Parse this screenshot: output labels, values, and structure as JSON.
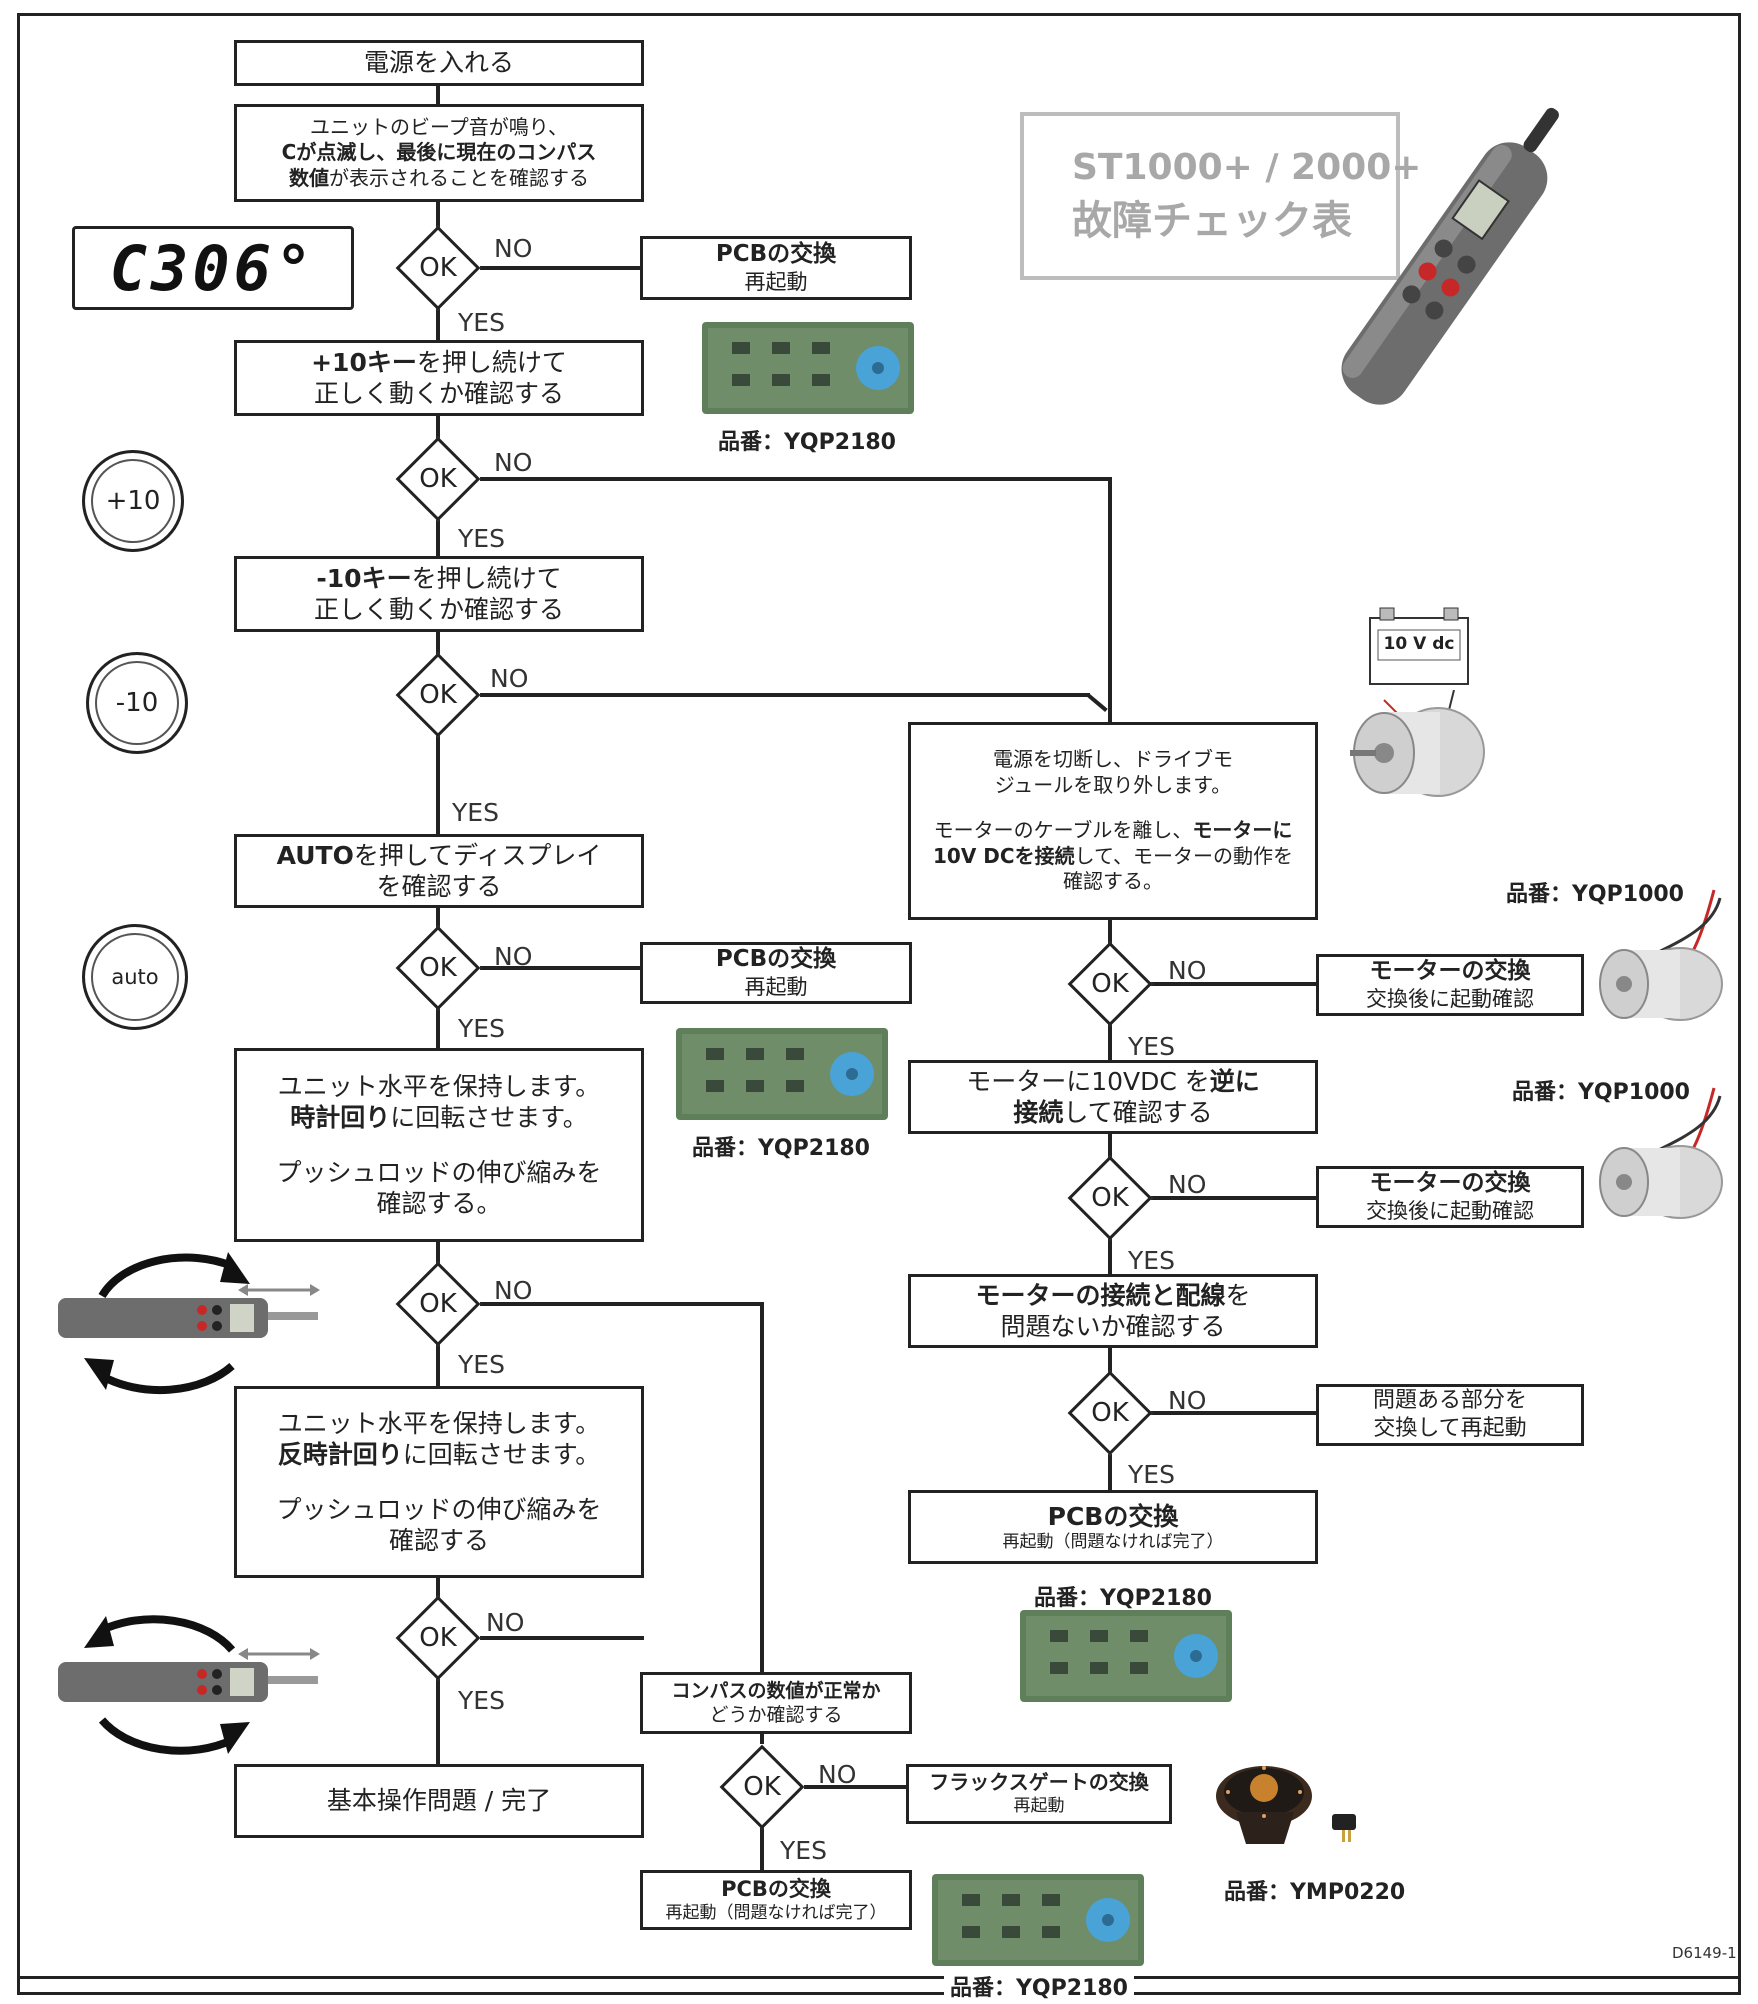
{
  "title": {
    "line1": "ST1000+ / 2000+",
    "line2": "故障チェック表"
  },
  "display_reading": "C306°",
  "keys": {
    "plus10": "+10",
    "minus10": "-10",
    "auto": "auto"
  },
  "battery_label": "10 V dc",
  "decision": {
    "ok": "OK",
    "yes": "YES",
    "no": "NO"
  },
  "steps": {
    "power_on": "電源を入れる",
    "beep": {
      "l1": "ユニットのビープ音が鳴り、",
      "l2": "Cが点滅し、最後に現在のコンパス",
      "l3a": "数値",
      "l3b": "が表示されることを確認する"
    },
    "plus10": {
      "l1a": "+10キー",
      "l1b": "を押し続けて",
      "l2": "正しく動くか確認する"
    },
    "minus10": {
      "l1a": "-10キー",
      "l1b": "を押し続けて",
      "l2": "正しく動くか確認する"
    },
    "auto": {
      "l1a": "AUTO",
      "l1b": "を押してディスプレイ",
      "l2": "を確認する"
    },
    "cw": {
      "l1": "ユニット水平を保持します。",
      "l2a": "時計回り",
      "l2b": "に回転させます。",
      "l3": "プッシュロッドの伸び縮みを",
      "l4": "確認する。"
    },
    "ccw": {
      "l1": "ユニット水平を保持します。",
      "l2a": "反時計回り",
      "l2b": "に回転させます。",
      "l3": "プッシュロッドの伸び縮みを",
      "l4": "確認する"
    },
    "basic_ok": "基本操作問題 / 完了",
    "compass_check": {
      "l1": "コンパスの数値が正常か",
      "l2": "どうか確認する"
    },
    "pcb_final": {
      "title": "PCBの交換",
      "sub": "再起動（問題なければ完了）"
    },
    "fluxgate": {
      "title": "フラックスゲートの交換",
      "sub": "再起動"
    },
    "motor_test": {
      "l1": "電源を切断し、ドライブモ",
      "l2": "ジュールを取り外します。",
      "l3a": "モーターのケーブルを離し、",
      "l3b": "モーターに",
      "l4a": "10V DCを接続",
      "l4b": "して、モーターの動作を",
      "l5": "確認する。"
    },
    "reverse": {
      "l1a": "モーターに10VDC を",
      "l1b": "逆に",
      "l2a": "接続",
      "l2b": "して確認する"
    },
    "wiring": {
      "l1a": "モーターの接続と配線",
      "l1b": "を",
      "l2": "問題ないか確認する"
    },
    "problem_part": {
      "l1": "問題ある部分を",
      "l2": "交換して再起動"
    },
    "pcb_right": {
      "title": "PCBの交換",
      "sub": "再起動（問題なければ完了）"
    }
  },
  "replace_pcb": {
    "title": "PCBの交換",
    "sub": "再起動"
  },
  "replace_motor": {
    "title": "モーターの交換",
    "sub": "交換後に起動確認"
  },
  "part_numbers": {
    "pcb_1": "品番：YQP2180",
    "pcb_2": "品番：YQP2180",
    "pcb_3": "品番：YQP2180",
    "pcb_4": "品番：YQP2180",
    "motor_1": "品番：YQP1000",
    "motor_2": "品番：YQP1000",
    "fluxgate": "品番：YMP0220"
  },
  "doc_id": "D6149-1"
}
